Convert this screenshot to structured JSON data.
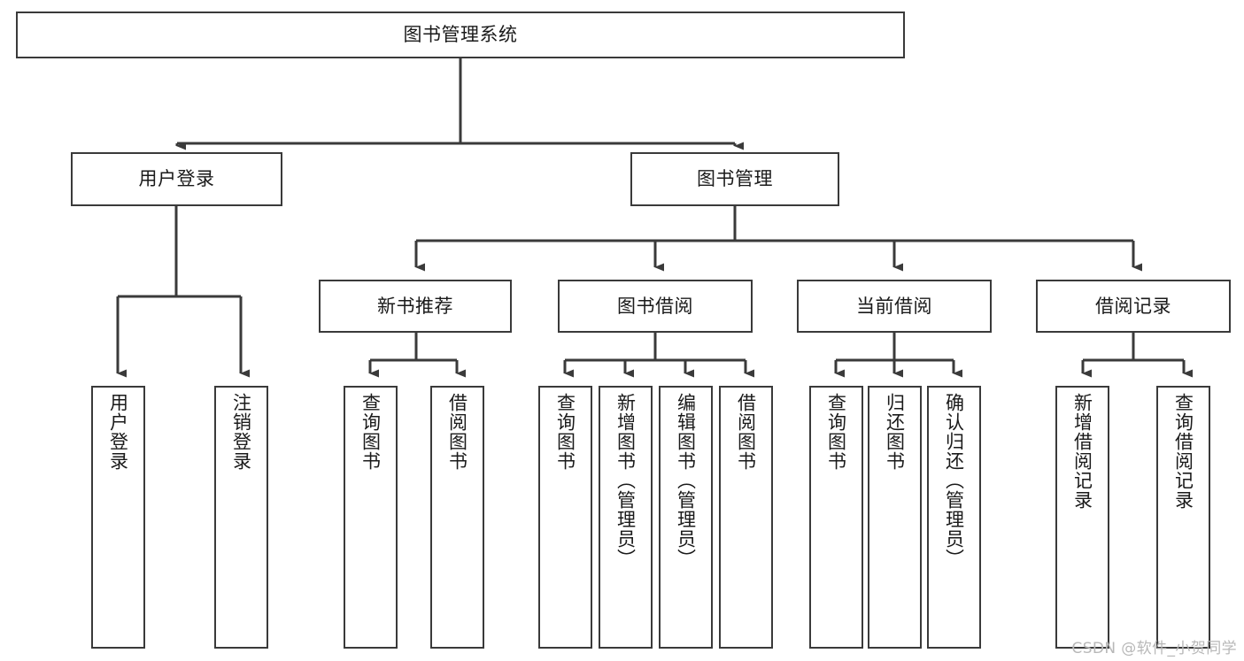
{
  "diagram": {
    "title": "图书管理系统",
    "watermark": "CSDN @软件_小贺同学",
    "root": {
      "label": "图书管理系统"
    },
    "level1": [
      {
        "label": "用户登录"
      },
      {
        "label": "图书管理"
      }
    ],
    "level2": [
      {
        "label": "新书推荐"
      },
      {
        "label": "图书借阅"
      },
      {
        "label": "当前借阅"
      },
      {
        "label": "借阅记录"
      }
    ],
    "leaves": {
      "user_login": [
        {
          "label": "用户登录"
        },
        {
          "label": "注销登录"
        }
      ],
      "new_book_recommend": [
        {
          "label": "查询图书"
        },
        {
          "label": "借阅图书"
        }
      ],
      "book_borrow": [
        {
          "label": "查询图书"
        },
        {
          "label": "新增图书（管理员）"
        },
        {
          "label": "编辑图书（管理员）"
        },
        {
          "label": "借阅图书"
        }
      ],
      "current_borrow": [
        {
          "label": "查询图书"
        },
        {
          "label": "归还图书"
        },
        {
          "label": "确认归还（管理员）"
        }
      ],
      "borrow_record": [
        {
          "label": "新增借阅记录"
        },
        {
          "label": "查询借阅记录"
        }
      ]
    },
    "colors": {
      "stroke": "#3a3a3a",
      "background": "#ffffff",
      "text": "#1a1a1a",
      "watermark": "#b8b8b8"
    }
  }
}
